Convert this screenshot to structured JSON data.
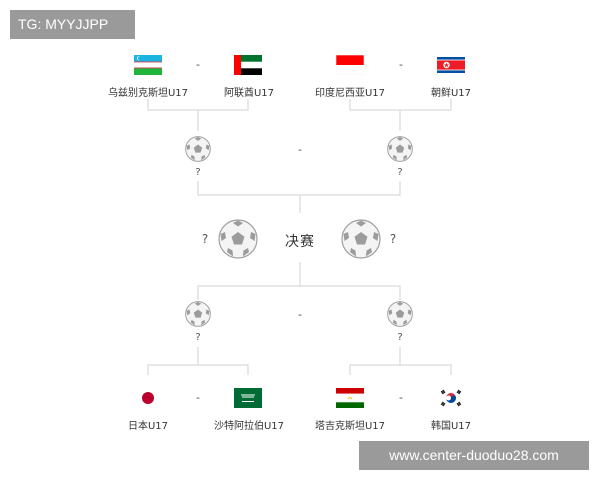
{
  "watermark_top": "TG: MYYJJPP",
  "watermark_bottom": "www.center-duoduo28.com",
  "final_label": "决赛",
  "separator": "-",
  "unknown": "?",
  "matches": {
    "top_left": {
      "home": {
        "name": "乌兹别克斯坦U17",
        "flag": "uzbekistan-flag"
      },
      "away": {
        "name": "阿联酋U17",
        "flag": "uae-flag"
      }
    },
    "top_right": {
      "home": {
        "name": "印度尼西亚U17",
        "flag": "indonesia-flag"
      },
      "away": {
        "name": "朝鲜U17",
        "flag": "north-korea-flag"
      }
    },
    "bottom_left": {
      "home": {
        "name": "日本U17",
        "flag": "japan-flag"
      },
      "away": {
        "name": "沙特阿拉伯U17",
        "flag": "saudi-arabia-flag"
      }
    },
    "bottom_right": {
      "home": {
        "name": "塔吉克斯坦U17",
        "flag": "tajikistan-flag"
      },
      "away": {
        "name": "韩国U17",
        "flag": "south-korea-flag"
      }
    }
  },
  "colors": {
    "line": "#d9d9d9",
    "ball_dark": "#9c9c9c",
    "ball_light": "#f4f4f4",
    "watermark_bg": "#9a9a9a"
  }
}
